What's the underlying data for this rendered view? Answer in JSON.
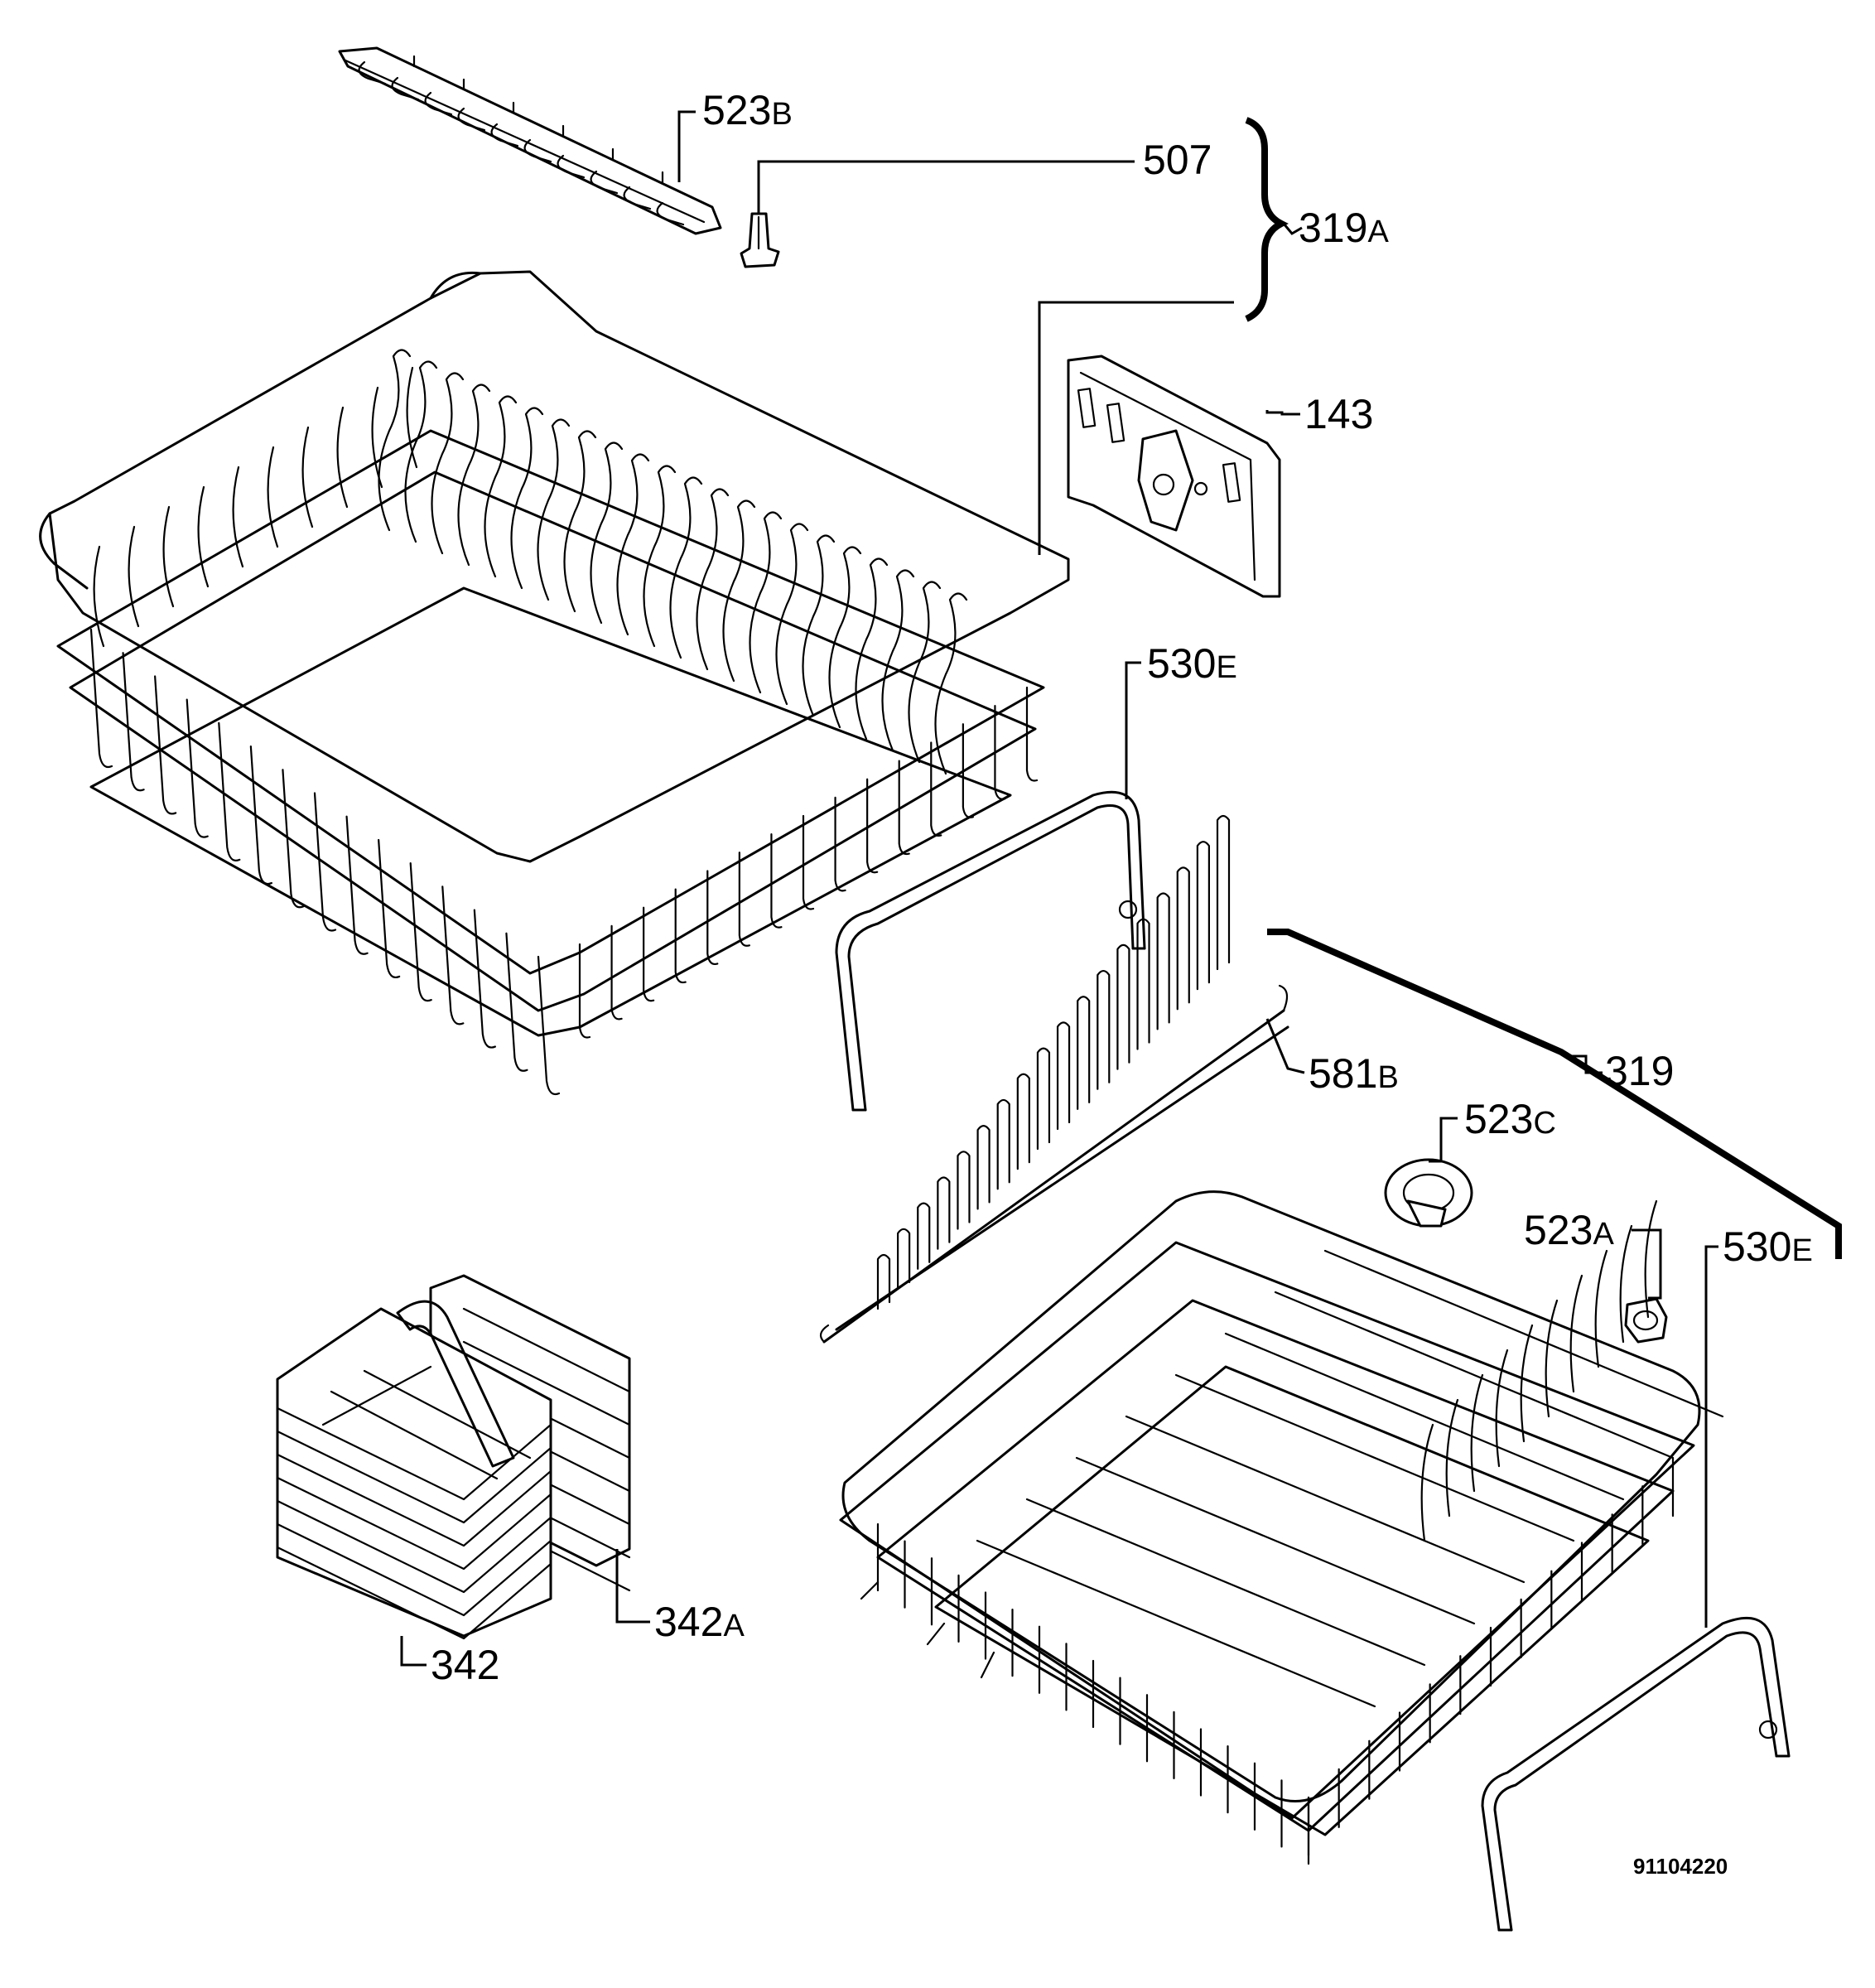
{
  "labels": {
    "p523b": {
      "num": "523",
      "suffix": "B"
    },
    "p507": {
      "num": "507",
      "suffix": ""
    },
    "p319a": {
      "num": "319",
      "suffix": "A"
    },
    "p143": {
      "num": "143",
      "suffix": ""
    },
    "p530e_top": {
      "num": "530",
      "suffix": "E"
    },
    "p319": {
      "num": "319",
      "suffix": ""
    },
    "p581b": {
      "num": "581",
      "suffix": "B"
    },
    "p523c": {
      "num": "523",
      "suffix": "C"
    },
    "p523a": {
      "num": "523",
      "suffix": "A"
    },
    "p530e_right": {
      "num": "530",
      "suffix": "E"
    },
    "p342a": {
      "num": "342",
      "suffix": "A"
    },
    "p342": {
      "num": "342",
      "suffix": ""
    }
  },
  "reference_number": "91104220"
}
